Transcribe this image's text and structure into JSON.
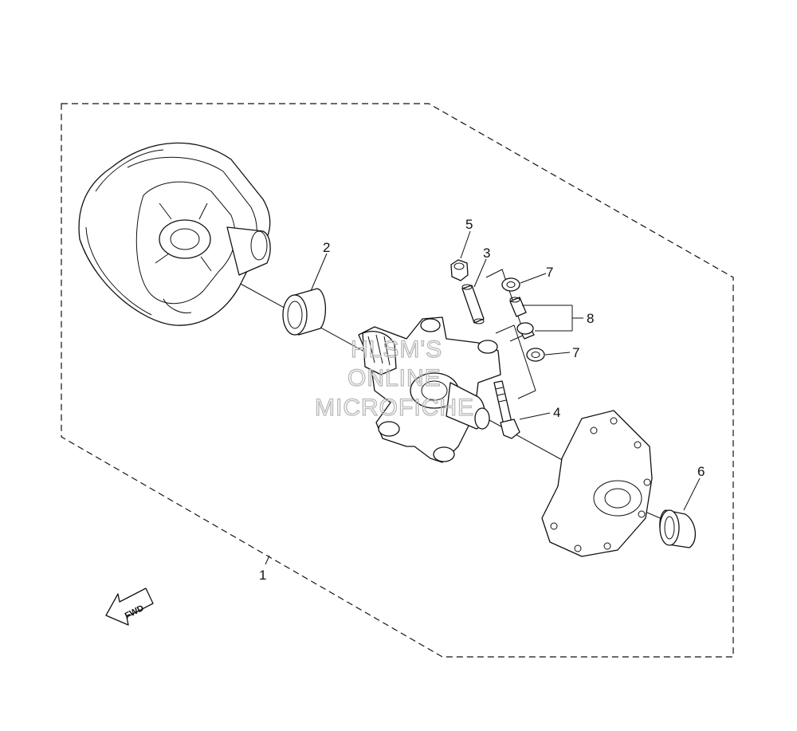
{
  "callouts": {
    "c1": "1",
    "c2": "2",
    "c3": "3",
    "c4": "4",
    "c5": "5",
    "c6": "6",
    "c7a": "7",
    "c7b": "7",
    "c8": "8"
  },
  "fwd_label": "FWD",
  "watermark": {
    "line1": "HLSM'S",
    "line2": "ONLINE",
    "line3": "MICROFICHE"
  },
  "colors": {
    "line": "#111111",
    "watermark": "#b8b8b8",
    "background": "#ffffff"
  }
}
